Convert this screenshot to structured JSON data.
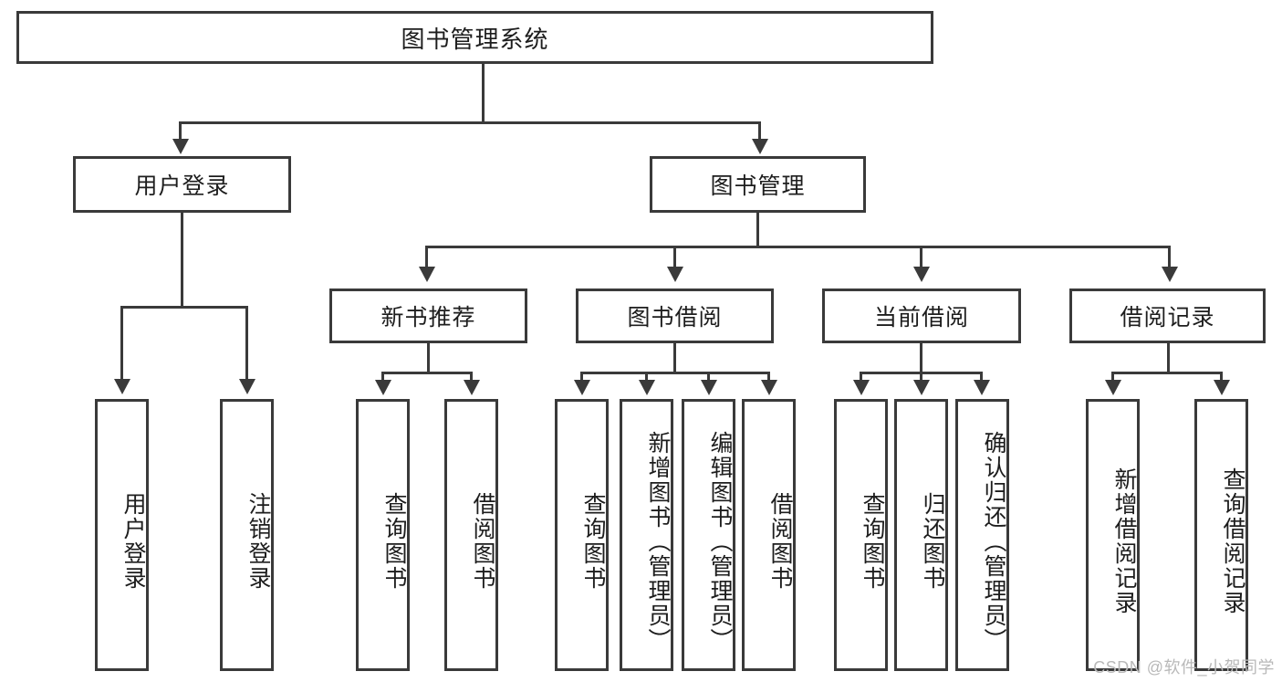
{
  "diagram": {
    "type": "tree-hierarchy",
    "title": "图书管理系统",
    "watermark": "CSDN @软件_小贺同学",
    "colors": {
      "stroke": "#3a3a3a",
      "fill": "#ffffff",
      "text": "#1d1d1d",
      "watermark": "#b9b9b9"
    },
    "nodes": {
      "root": {
        "label": "图书管理系统"
      },
      "level2": [
        {
          "label": "用户登录"
        },
        {
          "label": "图书管理"
        }
      ],
      "level3": [
        {
          "label": "新书推荐"
        },
        {
          "label": "图书借阅"
        },
        {
          "label": "当前借阅"
        },
        {
          "label": "借阅记录"
        }
      ],
      "leaves_user_login": [
        {
          "label": "用户登录"
        },
        {
          "label": "注销登录"
        }
      ],
      "leaves_new_book": [
        {
          "label": "查询图书"
        },
        {
          "label": "借阅图书"
        }
      ],
      "leaves_borrow": [
        {
          "label": "查询图书"
        },
        {
          "label": "新增图书（管理员）"
        },
        {
          "label": "编辑图书（管理员）"
        },
        {
          "label": "借阅图书"
        }
      ],
      "leaves_current": [
        {
          "label": "查询图书"
        },
        {
          "label": "归还图书"
        },
        {
          "label": "确认归还（管理员）"
        }
      ],
      "leaves_record": [
        {
          "label": "新增借阅记录"
        },
        {
          "label": "查询借阅记录"
        }
      ]
    }
  }
}
